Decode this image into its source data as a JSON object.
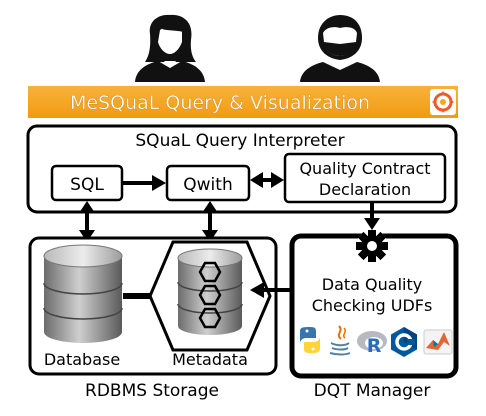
{
  "banner": {
    "title": "MeSQuaL Query & Visualization",
    "color": "#F5A623",
    "logo": "grafana-logo"
  },
  "users": [
    {
      "icon": "female-user-icon"
    },
    {
      "icon": "male-user-icon"
    }
  ],
  "interpreter": {
    "title": "SQuaL Query Interpreter",
    "boxes": {
      "sql": "SQL",
      "qwith": "Qwith",
      "contract_line1": "Quality Contract",
      "contract_line2": "Declaration"
    }
  },
  "storage": {
    "label": "RDBMS Storage",
    "database": "Database",
    "metadata": "Metadata"
  },
  "dqt": {
    "label": "DQT Manager",
    "udf_line1": "Data Quality",
    "udf_line2": "Checking UDFs",
    "icons": [
      "python-icon",
      "java-icon",
      "r-icon",
      "c-icon",
      "matlab-icon"
    ]
  }
}
